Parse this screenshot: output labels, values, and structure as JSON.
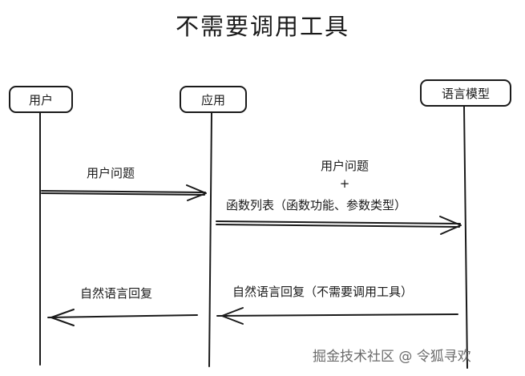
{
  "title": "不需要调用工具",
  "actors": [
    {
      "label": "用户"
    },
    {
      "label": "应用"
    },
    {
      "label": "语言模型"
    }
  ],
  "messages": [
    {
      "from": "用户",
      "to": "应用",
      "text": "用户问题"
    },
    {
      "from": "应用",
      "to": "语言模型",
      "lines": [
        "用户问题",
        "+",
        "函数列表（函数功能、参数类型）"
      ]
    },
    {
      "from": "语言模型",
      "to": "应用",
      "text": "自然语言回复（不需要调用工具）"
    },
    {
      "from": "应用",
      "to": "用户",
      "text": "自然语言回复"
    }
  ],
  "watermark": "掘金技术社区 @ 令狐寻欢"
}
